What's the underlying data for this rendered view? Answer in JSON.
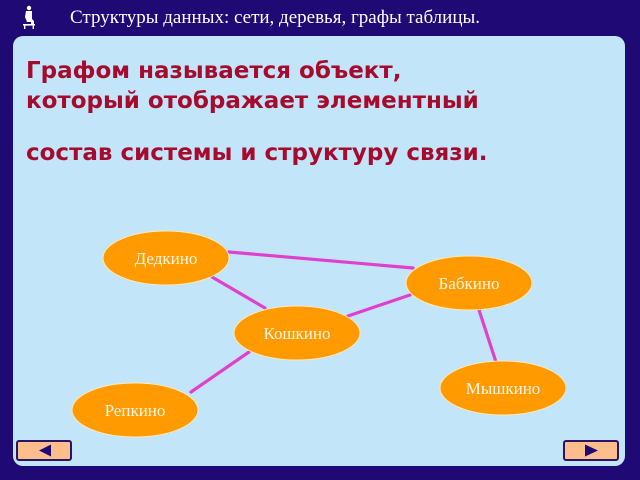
{
  "header": {
    "title": "Структуры данных: сети, деревья, графы таблицы.",
    "icon": "person-chair-icon"
  },
  "colors": {
    "background": "#1f0a75",
    "panel": "#c2e5fa",
    "heading": "#a60b2e",
    "node_fill": "#ff9a00",
    "node_text": "#fff8e6",
    "edge": "#e040d0",
    "nav_button": "#fdbd8c",
    "nav_arrow": "#1f0a75"
  },
  "main": {
    "heading_lines": [
      "Графом называется объект,",
      "который отображает элементный",
      "состав системы и структуру связи."
    ]
  },
  "graph": {
    "nodes": [
      {
        "id": "dedkino",
        "label": "Дедкино"
      },
      {
        "id": "babkino",
        "label": "Бабкино"
      },
      {
        "id": "koshkino",
        "label": "Кошкино"
      },
      {
        "id": "myshkino",
        "label": "Мышкино"
      },
      {
        "id": "repkino",
        "label": "Репкино"
      }
    ],
    "edges": [
      [
        "Дедкино",
        "Бабкино"
      ],
      [
        "Дедкино",
        "Кошкино"
      ],
      [
        "Кошкино",
        "Бабкино"
      ],
      [
        "Бабкино",
        "Мышкино"
      ],
      [
        "Кошкино",
        "Репкино"
      ]
    ]
  },
  "nav": {
    "prev_icon": "triangle-left-icon",
    "next_icon": "triangle-right-icon"
  }
}
